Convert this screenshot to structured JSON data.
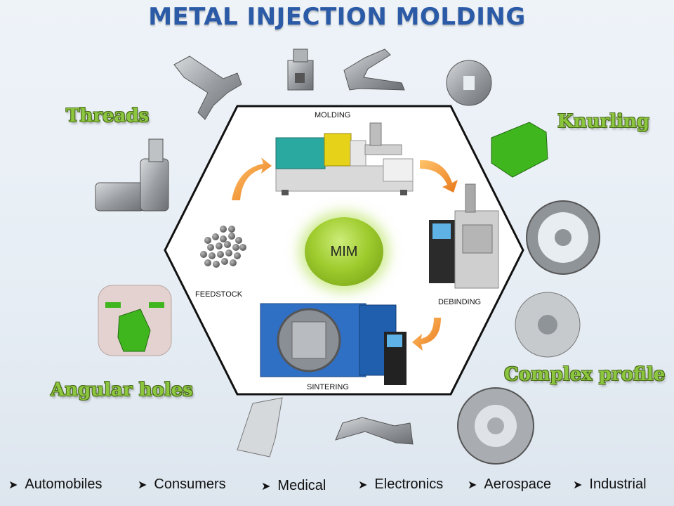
{
  "title": "METAL INJECTION MOLDING",
  "center_label": "MIM",
  "stages": {
    "molding": "MOLDING",
    "debinding": "DEBINDING",
    "sintering": "SINTERING",
    "feedstock": "FEEDSTOCK"
  },
  "features": {
    "threads": "Threads",
    "knurling": "Knurling",
    "complex_profile": "Complex profile",
    "angular_holes": "Angular holes"
  },
  "industries": [
    "Automobiles",
    "Consumers",
    "Medical",
    "Electronics",
    "Aerospace",
    "Industrial"
  ],
  "colors": {
    "title": "#2b5aa6",
    "feature_text": "#8cc63f",
    "arrow": "#f0901e",
    "mim_circle": "#9fcc2e",
    "green_part": "#3fb51e"
  },
  "icons": {
    "industry_bullet": "arrow-bullet-icon"
  }
}
